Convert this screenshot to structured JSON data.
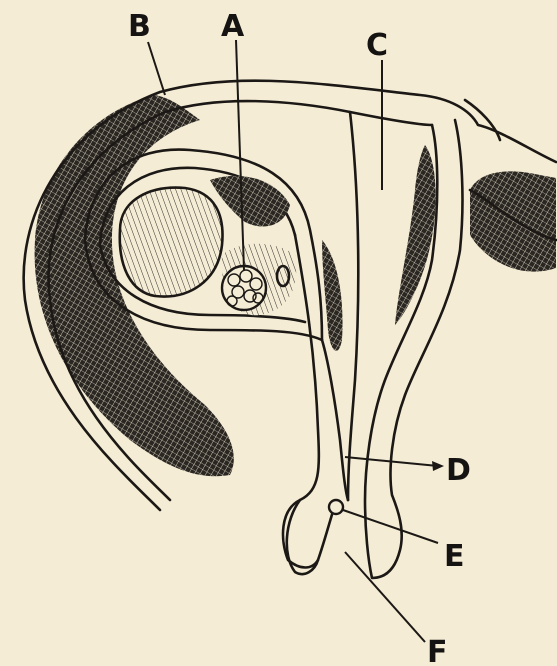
{
  "figure": {
    "background_color": "#f4ecd5",
    "ink_color": "#1b1815",
    "labels": [
      {
        "id": "A",
        "text": "A"
      },
      {
        "id": "B",
        "text": "B"
      },
      {
        "id": "C",
        "text": "C"
      },
      {
        "id": "D",
        "text": "D"
      },
      {
        "id": "E",
        "text": "E"
      },
      {
        "id": "F",
        "text": "F"
      }
    ]
  }
}
